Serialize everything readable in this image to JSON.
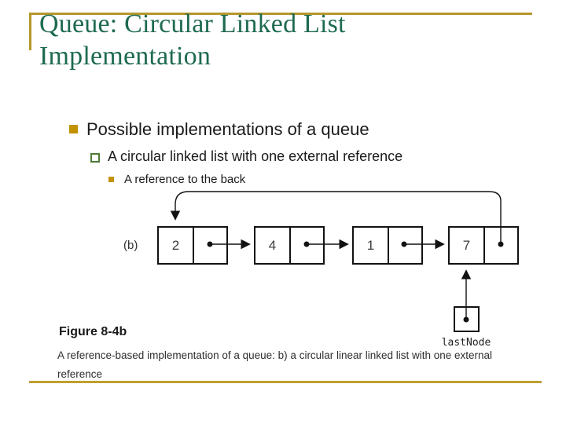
{
  "slide": {
    "title": "Queue: Circular Linked List Implementation",
    "bullets": [
      {
        "level": 1,
        "text": "Possible implementations of a queue"
      },
      {
        "level": 2,
        "text": "A circular linked list with one external reference"
      },
      {
        "level": 3,
        "text": "A reference to the back"
      }
    ]
  },
  "diagram": {
    "type": "circular-singly-linked-list",
    "part_label": "(b)",
    "nodes": [
      {
        "value": "2"
      },
      {
        "value": "4"
      },
      {
        "value": "1"
      },
      {
        "value": "7"
      }
    ],
    "external_reference_label": "lastNode",
    "back_pointer_target": "first node"
  },
  "figure": {
    "label": "Figure 8-4b",
    "caption": "A reference-based implementation of a queue: b) a circular linear linked list with one external reference"
  },
  "colors": {
    "title_green": "#1E6A4F",
    "gold_rule": "#B6972C",
    "bullet_gold": "#C39200",
    "bullet_outline_green": "#4E7B35",
    "diagram_ink": "#121212"
  }
}
